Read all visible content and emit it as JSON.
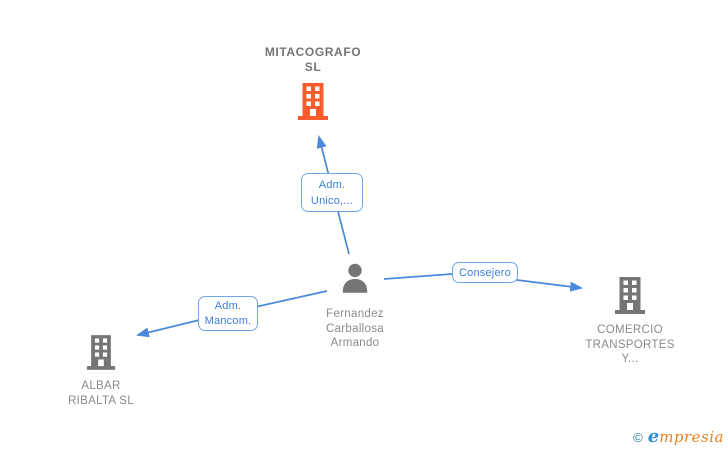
{
  "colors": {
    "edge": "#4a89dc",
    "label_border": "#70a6e8",
    "label_text": "#3d7edb",
    "icon_gray": "#757575",
    "icon_orange": "#f95b2b",
    "text_gray": "#8a8a8a",
    "title_gray": "#757575",
    "logo_teal": "#2a7f93",
    "logo_blue": "#2d8fd8",
    "logo_orange": "#e8821e"
  },
  "nodes": {
    "mitacografo": {
      "type": "company",
      "icon": "building-icon",
      "name": "MITACOGRAFO SL",
      "lines": [
        "MITACOGRAFO",
        "SL"
      ]
    },
    "person": {
      "type": "person",
      "icon": "person-icon",
      "name": "Fernandez Carballosa Armando",
      "lines": [
        "Fernandez",
        "Carballosa",
        "Armando"
      ]
    },
    "albar": {
      "type": "company",
      "icon": "building-icon",
      "name": "ALBAR RIBALTA SL",
      "lines": [
        "ALBAR",
        "RIBALTA SL"
      ]
    },
    "comercio": {
      "type": "company",
      "icon": "building-icon",
      "name": "COMERCIO TRANSPORTES Y...",
      "lines": [
        "COMERCIO",
        "TRANSPORTES",
        "Y..."
      ]
    }
  },
  "edges": {
    "adm_unico": {
      "from": "person",
      "to": "mitacografo",
      "label_lines": [
        "Adm.",
        "Unico,..."
      ]
    },
    "consejero": {
      "from": "person",
      "to": "comercio",
      "label_lines": [
        "Consejero"
      ]
    },
    "adm_mancom": {
      "from": "person",
      "to": "albar",
      "label_lines": [
        "Adm.",
        "Mancom."
      ]
    }
  },
  "footer": {
    "copyright_symbol": "©",
    "brand_first_letter": "e",
    "brand_rest": "mpresia"
  }
}
